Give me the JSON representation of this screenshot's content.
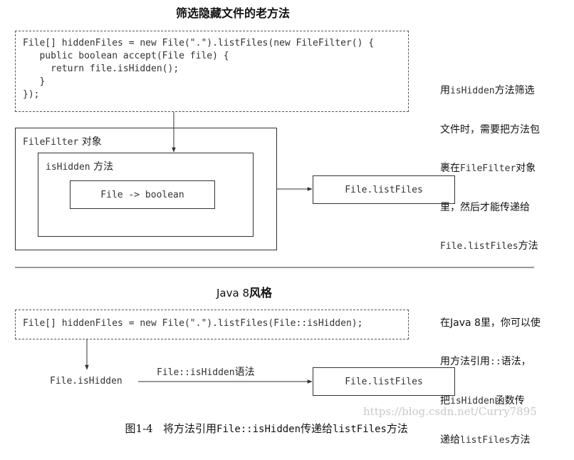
{
  "top": {
    "title": "筛选隐藏文件的老方法",
    "code_lines": [
      "File[] hiddenFiles = new File(\".\").listFiles(new FileFilter() {",
      "   public boolean accept(File file) {",
      "     return file.isHidden();",
      "   }",
      "});"
    ],
    "outer_box": {
      "mono": "FileFilter",
      "text": " 对象"
    },
    "inner_box": {
      "mono": "isHidden",
      "text": " 方法"
    },
    "core_box": "File -> boolean",
    "target_box": "File.listFiles",
    "note": {
      "lines": [
        [
          {
            "t": "用",
            "m": false
          },
          {
            "t": "isHidden",
            "m": true
          },
          {
            "t": "方法筛选",
            "m": false
          }
        ],
        [
          {
            "t": "文件时，需要把方法包",
            "m": false
          }
        ],
        [
          {
            "t": "裹在",
            "m": false
          },
          {
            "t": "FileFilter",
            "m": true
          },
          {
            "t": "对象",
            "m": false
          }
        ],
        [
          {
            "t": "里，然后才能传递给",
            "m": false
          }
        ],
        [
          {
            "t": "File.listFiles",
            "m": true
          },
          {
            "t": "方法",
            "m": false
          }
        ]
      ]
    }
  },
  "bottom": {
    "title": {
      "mono": "Java 8",
      "text": "风格"
    },
    "code_line": "File[] hiddenFiles = new File(\".\").listFiles(File::isHidden);",
    "source_label": "File.isHidden",
    "arrow_label": {
      "mono": "File::isHidden",
      "text": "语法"
    },
    "target_box": "File.listFiles",
    "note": {
      "lines": [
        [
          {
            "t": "在Java 8里，你可以使",
            "m": false
          }
        ],
        [
          {
            "t": "用方法引用",
            "m": false
          },
          {
            "t": "::",
            "m": true
          },
          {
            "t": "语法，",
            "m": false
          }
        ],
        [
          {
            "t": "把",
            "m": false
          },
          {
            "t": "isHidden",
            "m": true
          },
          {
            "t": "函数传",
            "m": false
          }
        ],
        [
          {
            "t": "递给",
            "m": false
          },
          {
            "t": "listFiles",
            "m": true
          },
          {
            "t": "方法",
            "m": false
          }
        ]
      ]
    }
  },
  "caption": {
    "number": "图1-4",
    "parts": [
      {
        "t": "将方法引用",
        "m": false
      },
      {
        "t": "File::isHidden",
        "m": true
      },
      {
        "t": "传递给",
        "m": false
      },
      {
        "t": "listFiles",
        "m": true
      },
      {
        "t": "方法",
        "m": false
      }
    ]
  },
  "watermark": "https://blog.csdn.net/Curry7895"
}
